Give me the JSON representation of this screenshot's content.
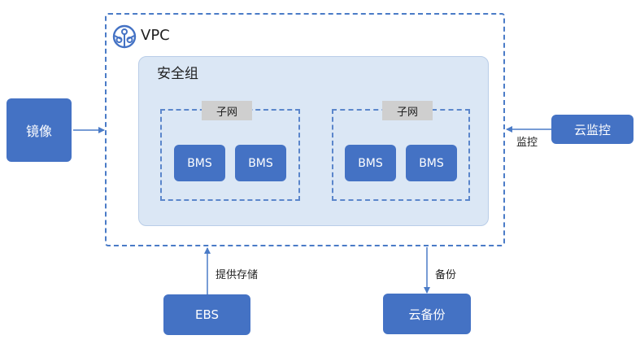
{
  "vpc": {
    "title": "VPC"
  },
  "security_group": {
    "title": "安全组"
  },
  "subnets": [
    {
      "label": "子网",
      "instances": [
        "BMS",
        "BMS"
      ]
    },
    {
      "label": "子网",
      "instances": [
        "BMS",
        "BMS"
      ]
    }
  ],
  "external": {
    "image": "镜像",
    "monitor": "云监控",
    "ebs": "EBS",
    "backup": "云备份"
  },
  "edges": {
    "monitor": "监控",
    "storage": "提供存储",
    "backup": "备份"
  },
  "colors": {
    "node_blue": "#4472c4",
    "dashed_border": "#4a7bc7",
    "group_fill": "#dbe7f5",
    "label_gray": "#cfcfcf"
  }
}
